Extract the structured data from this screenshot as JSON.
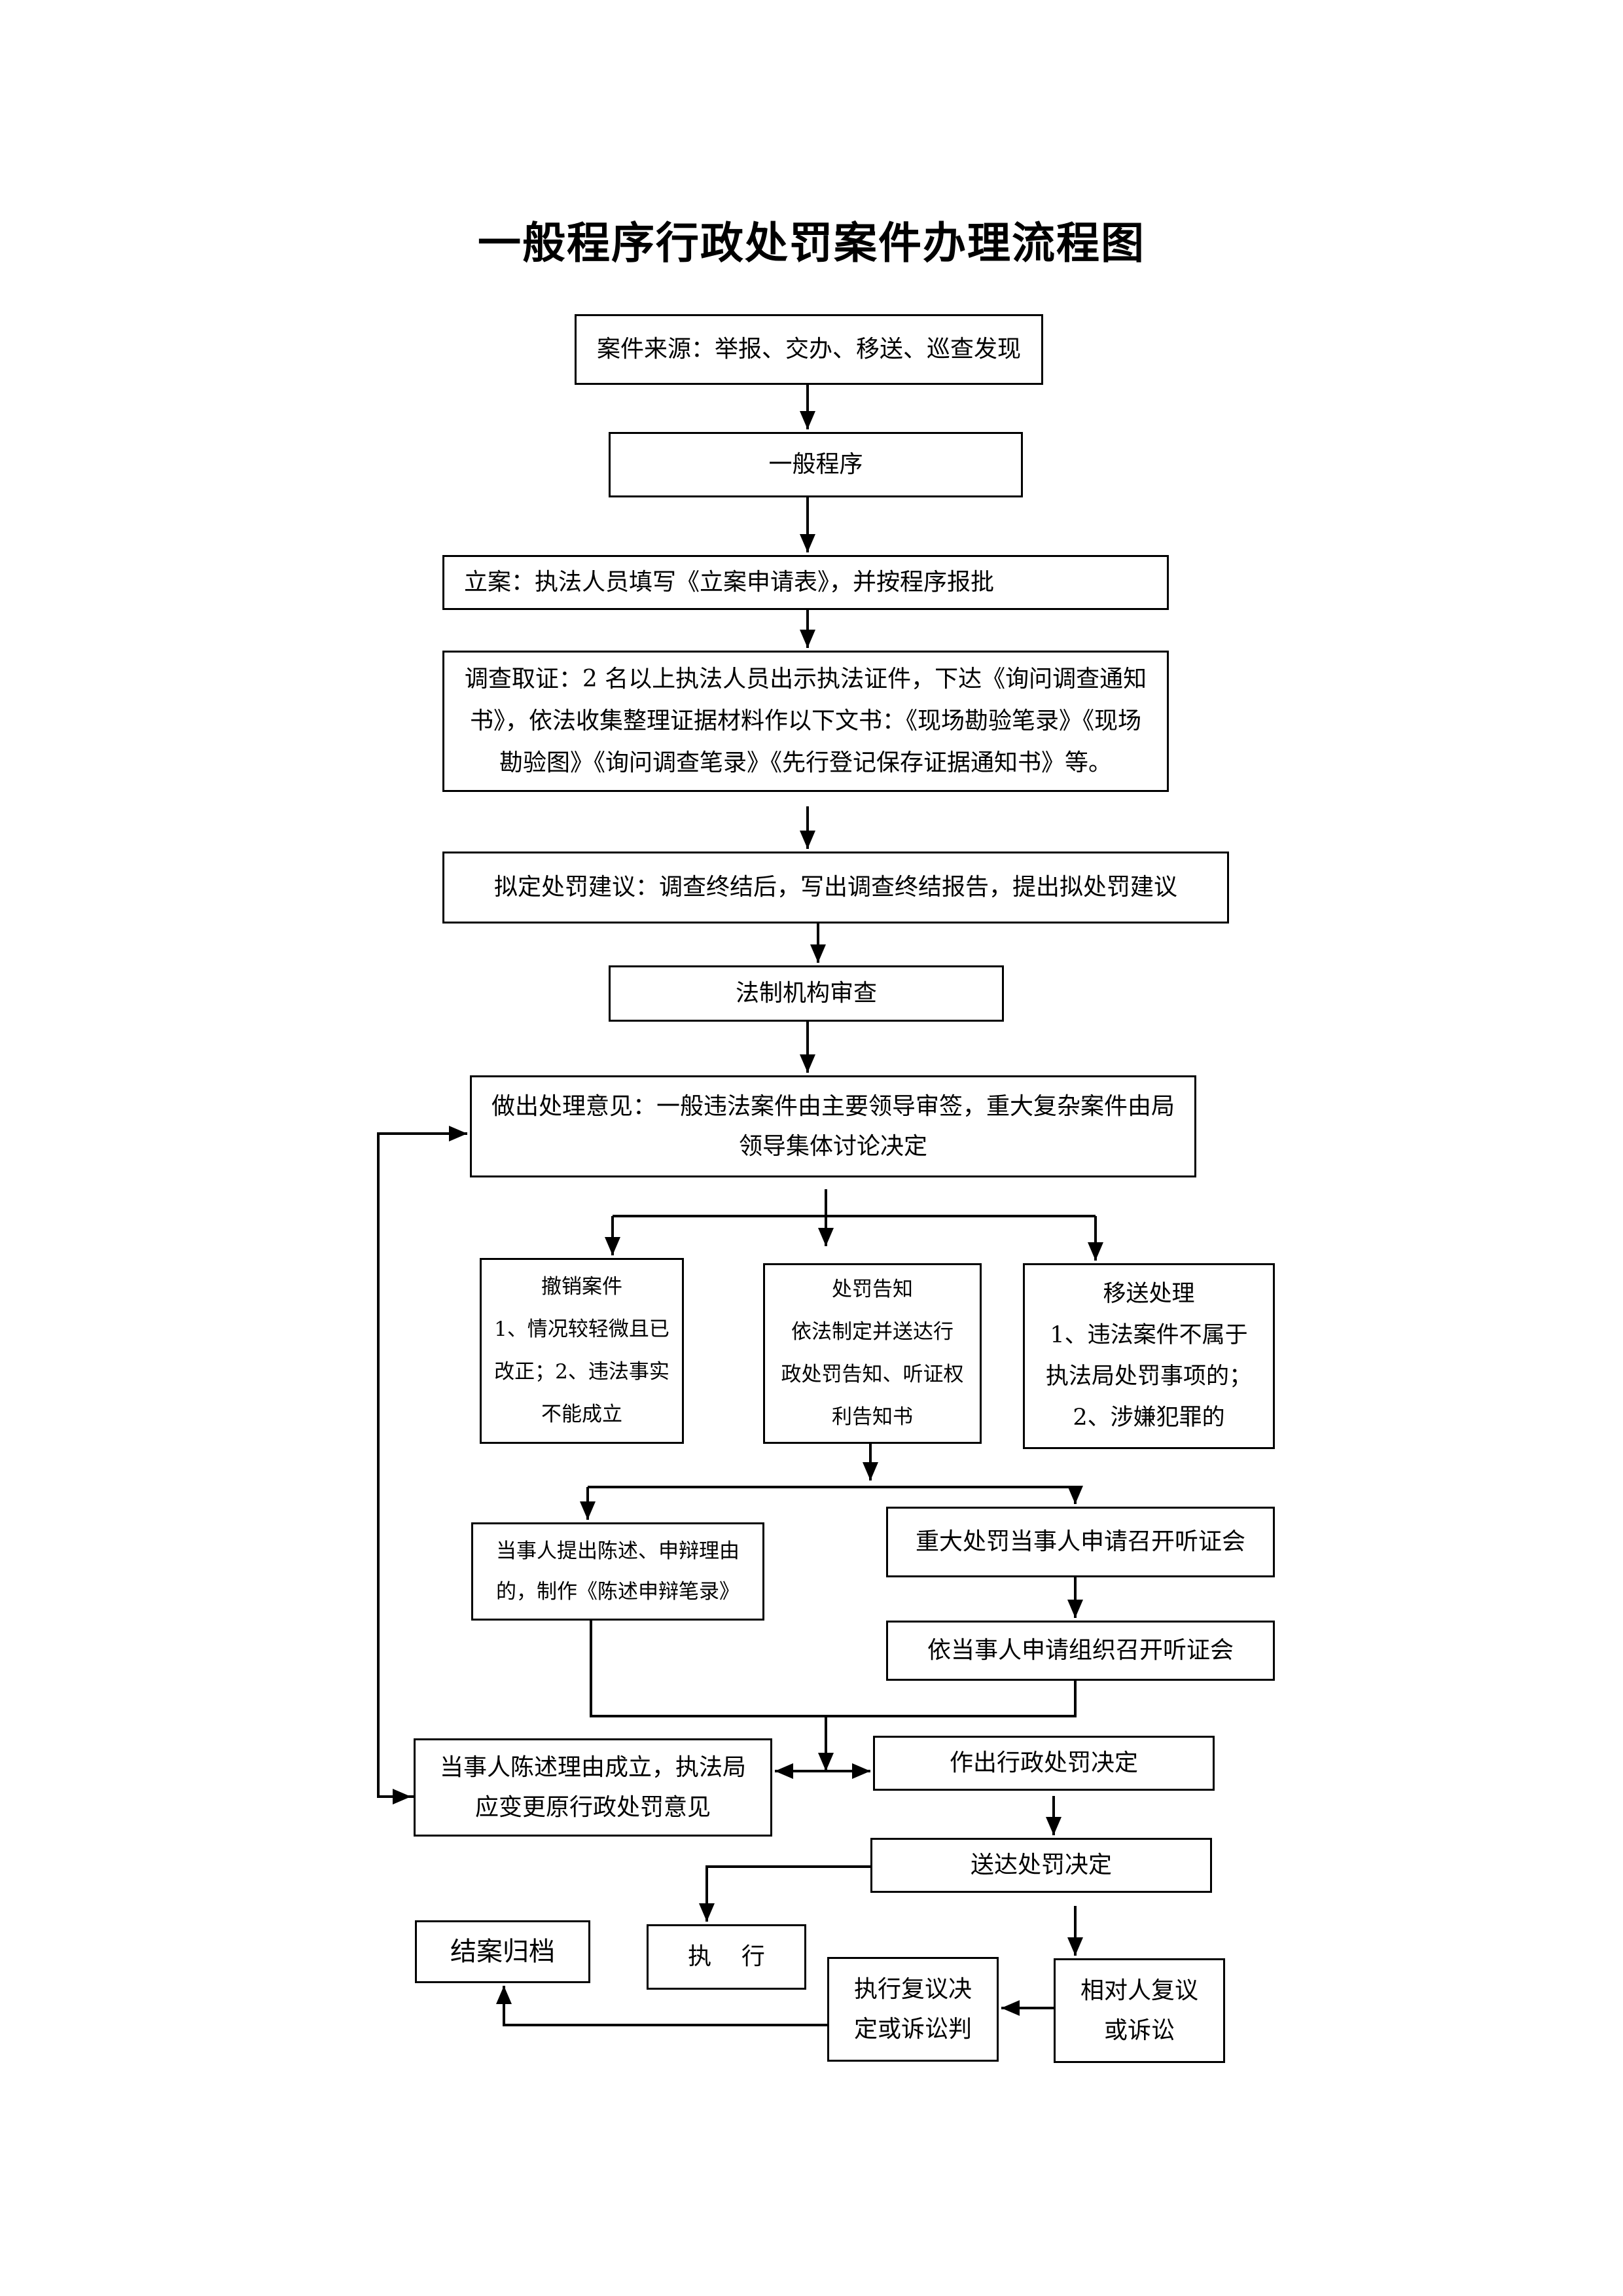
{
  "title": "一般程序行政处罚案件办理流程图",
  "nodes": {
    "source": "案件来源：举报、交办、移送、巡查发现",
    "general": "一般程序",
    "filing": "立案：执法人员填写《立案申请表》，并按程序报批",
    "investigation": "调查取证：2 名以上执法人员出示执法证件，下达《询问调查通知书》，依法收集整理证据材料作以下文书：《现场勘验笔录》《现场勘验图》《询问调查笔录》《先行登记保存证据通知书》等。",
    "proposal": "拟定处罚建议：调查终结后，写出调查终结报告，提出拟处罚建议",
    "legal_review": "法制机构审查",
    "opinion": "做出处理意见：一般违法案件由主要领导审签，重大复杂案件由局领导集体讨论决定",
    "revoke": {
      "title": "撤销案件",
      "lines": [
        "1、情况较轻微且已",
        "改正；2、违法事实",
        "不能成立"
      ]
    },
    "notice": {
      "title": "处罚告知",
      "lines": [
        "依法制定并送达行",
        "政处罚告知、听证权",
        "利告知书"
      ]
    },
    "transfer": {
      "title": "移送处理",
      "lines": [
        "1、违法案件不属于",
        "执法局处罚事项的；",
        "2、涉嫌犯罪的"
      ]
    },
    "statement": "当事人提出陈述、申辩理由的，制作《陈述申辩笔录》",
    "hearing_request": "重大处罚当事人申请召开听证会",
    "hearing_organize": "依当事人申请组织召开听证会",
    "change_opinion": "当事人陈述理由成立，执法局应变更原行政处罚意见",
    "decision": "作出行政处罚决定",
    "deliver": "送达处罚决定",
    "archive": "结案归档",
    "execute": "执    行",
    "execute_review": "执行复议决定或诉讼判",
    "review_lawsuit": "相对人复议或诉讼"
  },
  "colors": {
    "stroke": "#000000",
    "background": "#ffffff"
  }
}
